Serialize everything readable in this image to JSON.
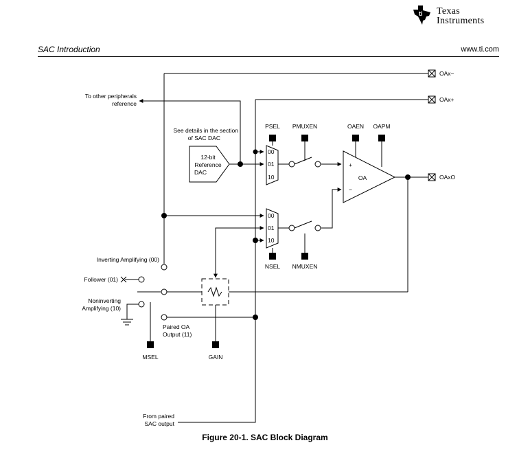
{
  "header": {
    "logo_line1": "Texas",
    "logo_line2": "Instruments",
    "section_title": "SAC Introduction",
    "url": "www.ti.com"
  },
  "pins": {
    "oax_minus": "OAx−",
    "oax_plus": "OAx+",
    "oaxo": "OAxO"
  },
  "labels": {
    "to_other_1": "To other peripherals",
    "to_other_2": "reference",
    "see_details_1": "See details in the section",
    "see_details_2": "of SAC DAC",
    "dac_1": "12-bit",
    "dac_2": "Reference",
    "dac_3": "DAC",
    "psel": "PSEL",
    "pmuxen": "PMUXEN",
    "oaen": "OAEN",
    "oapm": "OAPM",
    "nsel": "NSEL",
    "nmuxen": "NMUXEN",
    "oa": "OA",
    "plus": "+",
    "minus": "−",
    "mux_00": "00",
    "mux_01": "01",
    "mux_10": "10",
    "inverting": "Inverting Amplifying (00)",
    "follower": "Follower (01)",
    "noninv_1": "Noninverting",
    "noninv_2": "Amplifying (10)",
    "paired_1": "Paired OA",
    "paired_2": "Output (11)",
    "msel": "MSEL",
    "gain": "GAIN",
    "from_paired_1": "From paired",
    "from_paired_2": "SAC output"
  },
  "caption": "Figure 20-1. SAC Block Diagram"
}
